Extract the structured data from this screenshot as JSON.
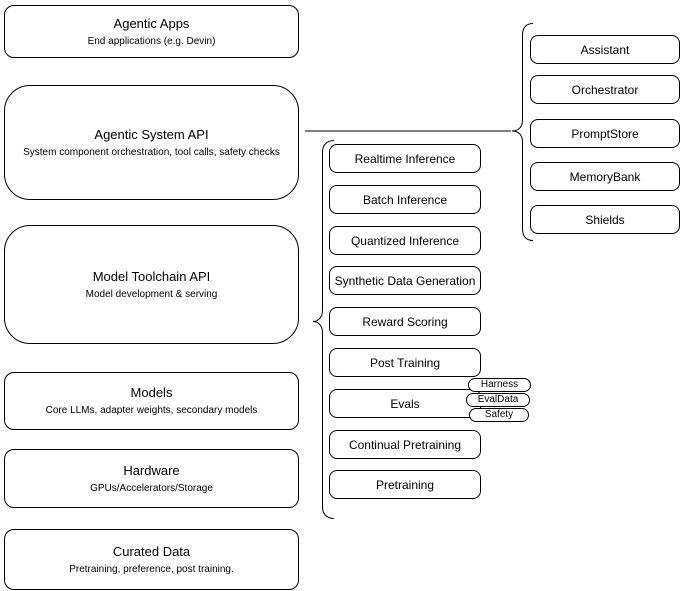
{
  "layers": [
    {
      "title": "Agentic Apps",
      "subtitle": "End applications (e.g. Devin)"
    },
    {
      "title": "Agentic System API",
      "subtitle": "System component orchestration, tool calls, safety checks"
    },
    {
      "title": "Model Toolchain API",
      "subtitle": "Model development & serving"
    },
    {
      "title": "Models",
      "subtitle": "Core LLMs, adapter weights, secondary models"
    },
    {
      "title": "Hardware",
      "subtitle": "GPUs/Accelerators/Storage"
    },
    {
      "title": "Curated Data",
      "subtitle": "Pretraining, preference, post training."
    }
  ],
  "toolchain": {
    "items": [
      "Realtime Inference",
      "Batch Inference",
      "Quantized Inference",
      "Synthetic Data Generation",
      "Reward Scoring",
      "Post Training",
      "Evals",
      "Continual Pretraining",
      "Pretraining"
    ]
  },
  "evals": {
    "tags": [
      "Harness",
      "EvalData",
      "Safety"
    ]
  },
  "system": {
    "components": [
      "Assistant",
      "Orchestrator",
      "PromptStore",
      "MemoryBank",
      "Shields"
    ]
  },
  "colors": {
    "stroke": "#000000",
    "fill": "#ffffff",
    "background": "#ffffff"
  }
}
